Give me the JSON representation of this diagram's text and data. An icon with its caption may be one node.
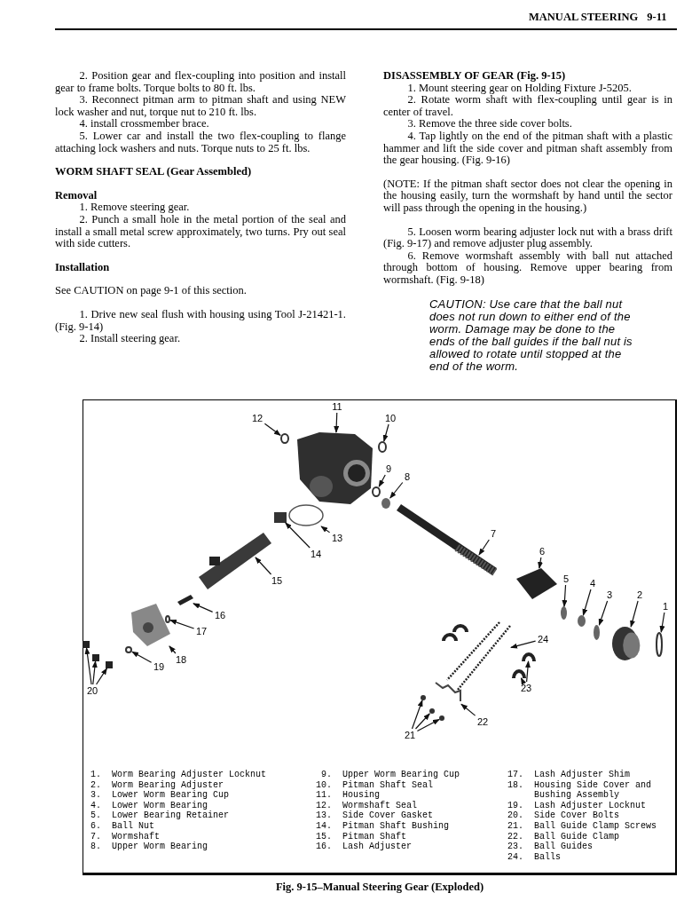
{
  "diagram": {
    "caption": "Fig. 9-15–Manual Steering Gear (Exploded)",
    "nodes": [
      {
        "text": [
          "1"
        ]
      },
      {
        "text": [
          "2"
        ]
      },
      {
        "text": [
          "3"
        ]
      },
      {
        "text": [
          "4"
        ]
      },
      {
        "text": [
          "5"
        ]
      },
      {
        "text": [
          "6"
        ]
      },
      {
        "text": [
          "7"
        ]
      },
      {
        "text": [
          "8"
        ]
      },
      {
        "text": [
          "9"
        ]
      },
      {
        "text": [
          "10"
        ]
      },
      {
        "text": [
          "11"
        ]
      },
      {
        "text": [
          "12"
        ]
      },
      {
        "text": [
          "13"
        ]
      },
      {
        "text": [
          "14"
        ]
      },
      {
        "text": [
          "15"
        ]
      },
      {
        "text": [
          "16"
        ]
      },
      {
        "text": [
          "17"
        ]
      },
      {
        "text": [
          "18"
        ]
      },
      {
        "text": [
          "19"
        ]
      },
      {
        "text": [
          "20"
        ]
      },
      {
        "text": [
          "21"
        ]
      },
      {
        "text": [
          "22"
        ]
      },
      {
        "text": [
          "23"
        ]
      },
      {
        "text": [
          "24"
        ]
      },
      {
        "text": [],
        "shape": "circle"
      },
      {
        "text": [],
        "shape": "picture"
      },
      {
        "text": [],
        "shape": "circle"
      },
      {
        "text": [],
        "shape": "circle"
      },
      {
        "text": [],
        "shape": "circle"
      },
      {
        "text": [],
        "shape": "picture"
      },
      {
        "text": [],
        "shape": "picture"
      },
      {
        "text": [],
        "shape": "circle"
      },
      {
        "text": [],
        "shape": "circle"
      },
      {
        "text": [],
        "shape": "circle"
      },
      {
        "text": [],
        "shape": "picture"
      },
      {
        "text": [],
        "shape": "circle"
      },
      {
        "text": [],
        "shape": "circle"
      },
      {
        "text": [],
        "shape": "box"
      },
      {
        "text": [],
        "shape": "picture"
      },
      {
        "text": [],
        "shape": "picture"
      },
      {
        "text": [],
        "shape": "circle"
      },
      {
        "text": [],
        "shape": "picture"
      },
      {
        "text": [],
        "shape": "circle"
      },
      {
        "text": [],
        "shape": "box"
      },
      {
        "text": [],
        "shape": "box"
      },
      {
        "text": [],
        "shape": "box"
      },
      {
        "text": [],
        "shape": "circle"
      },
      {
        "text": [],
        "shape": "circle"
      },
      {
        "text": [],
        "shape": "circle"
      },
      {
        "text": [],
        "shape": "picture"
      },
      {
        "text": [],
        "shape": "picture"
      },
      {
        "text": [],
        "shape": "picture"
      },
      {
        "text": [],
        "shape": "picture"
      }
    ],
    "edges": [
      {
        "from": 0,
        "to": 24,
        "arrow": "to"
      },
      {
        "from": 1,
        "to": 25,
        "arrow": "to"
      },
      {
        "from": 2,
        "to": 26,
        "arrow": "to"
      },
      {
        "from": 3,
        "to": 27,
        "arrow": "to"
      },
      {
        "from": 4,
        "to": 28,
        "arrow": "to"
      },
      {
        "from": 5,
        "to": 29,
        "arrow": "to"
      },
      {
        "from": 6,
        "to": 30,
        "arrow": "to"
      },
      {
        "from": 7,
        "to": 31,
        "arrow": "to"
      },
      {
        "from": 8,
        "to": 32,
        "arrow": "to"
      },
      {
        "from": 9,
        "to": 33,
        "arrow": "to"
      },
      {
        "from": 10,
        "to": 34,
        "arrow": "to"
      },
      {
        "from": 11,
        "to": 35,
        "arrow": "to"
      },
      {
        "from": 12,
        "to": 36,
        "arrow": "to"
      },
      {
        "from": 13,
        "to": 37,
        "arrow": "to"
      },
      {
        "from": 14,
        "to": 38,
        "arrow": "to"
      },
      {
        "from": 15,
        "to": 39,
        "arrow": "to"
      },
      {
        "from": 16,
        "to": 40,
        "arrow": "to"
      },
      {
        "from": 17,
        "to": 41,
        "arrow": "to"
      },
      {
        "from": 18,
        "to": 42,
        "arrow": "to"
      },
      {
        "from": 19,
        "to": 43,
        "arrow": "to"
      },
      {
        "from": 19,
        "to": 44,
        "arrow": "to"
      },
      {
        "from": 19,
        "to": 45,
        "arrow": "to"
      },
      {
        "from": 20,
        "to": 46,
        "arrow": "to"
      },
      {
        "from": 20,
        "to": 47,
        "arrow": "to"
      },
      {
        "from": 20,
        "to": 48,
        "arrow": "to"
      },
      {
        "from": 21,
        "to": 49,
        "arrow": "to"
      },
      {
        "from": 22,
        "to": 50,
        "arrow": "to"
      },
      {
        "from": 22,
        "to": 51,
        "arrow": "to"
      },
      {
        "from": 23,
        "to": 52,
        "arrow": "to"
      }
    ],
    "labels": [
      "MANUAL STEERING",
      "9-11",
      "2. Position gear and flex-coupling into position and install gear to frame bolts. Torque bolts to 80 ft. lbs.",
      "3. Reconnect pitman arm to pitman shaft and using NEW lock washer and nut, torque nut to 210 ft. lbs.",
      "4. install crossmember brace.",
      "5. Lower car and install the two flex-coupling to flange attaching lock washers and nuts. Torque nuts to 25 ft. lbs.",
      "WORM SHAFT SEAL (Gear Assembled)",
      "Removal",
      "1. Remove steering gear.",
      "2. Punch a small hole in the metal portion of the seal and install a small metal screw approximately, two turns. Pry out seal with side cutters.",
      "Installation",
      "See CAUTION on page 9-1 of this section.",
      "1. Drive new seal flush with housing using Tool J-21421-1. (Fig. 9-14)",
      "2. Install steering gear.",
      "DISASSEMBLY OF GEAR (Fig. 9-15)",
      "1. Mount steering gear on Holding Fixture J-5205.",
      "2. Rotate worm shaft with flex-coupling until gear is in center of travel.",
      "3. Remove the three side cover bolts.",
      "4. Tap lightly on the end of the pitman shaft with a plastic hammer and lift the side cover and pitman shaft assembly from the gear housing. (Fig. 9-16)",
      "(NOTE: If the pitman shaft sector does not clear the opening in the housing easily, turn the wormshaft by hand until the sector will pass through the opening in the housing.)",
      "5. Loosen worm bearing adjuster lock nut with a brass drift (Fig. 9-17) and remove adjuster plug assembly.",
      "6. Remove wormshaft assembly with ball nut attached through bottom of housing. Remove upper bearing from wormshaft. (Fig. 9-18)",
      "CAUTION: Use care that the ball nut does not run down to either end of the worm. Damage may be done to the ends of the ball guides if the ball nut is allowed to rotate until stopped at the end of the worm.",
      "1.",
      "Worm Bearing Adjuster Locknut",
      "2.",
      "Worm Bearing Adjuster",
      "3.",
      "Lower Worm Bearing Cup",
      "4.",
      "Lower Worm Bearing",
      "5.",
      "Lower Bearing Retainer",
      "6.",
      "Ball Nut",
      "7.",
      "Wormshaft",
      "8.",
      "Upper Worm Bearing",
      "9.",
      "Upper Worm Bearing Cup",
      "10.",
      "Pitman Shaft Seal",
      "11.",
      "Housing",
      "12.",
      "Wormshaft Seal",
      "13.",
      "Side Cover Gasket",
      "14.",
      "Pitman Shaft Bushing",
      "15.",
      "Pitman Shaft",
      "16.",
      "Lash Adjuster",
      "17.",
      "Lash Adjuster Shim",
      "18.",
      "Housing Side Cover and Bushing Assembly",
      "19.",
      "Lash Adjuster Locknut",
      "20.",
      "Side Cover Bolts",
      "21.",
      "Ball Guide Clamp Screws",
      "22.",
      "Ball Guide Clamp",
      "23.",
      "Ball Guides",
      "24.",
      "Balls"
    ]
  }
}
